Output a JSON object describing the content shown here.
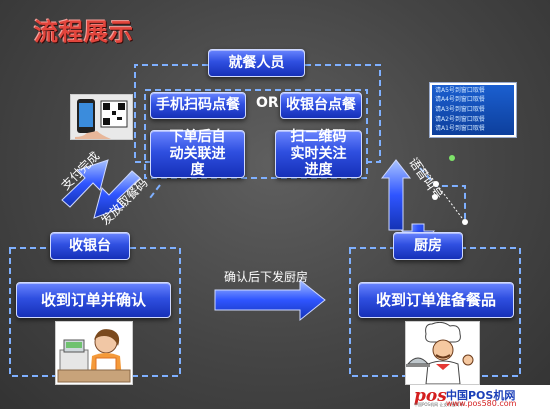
{
  "title": "流程展示",
  "nodes": {
    "diner": "就餐人员",
    "scan_order": "手机扫码点餐",
    "or": "OR",
    "counter_order": "收银台点餐",
    "auto_link": "下单后自动关联进度",
    "qr_track": "扫二维码实时关注进度",
    "cashier": "收银台",
    "confirm_order": "收到订单并确认",
    "kitchen": "厨房",
    "prepare_meal": "收到订单准备餐品"
  },
  "edges": {
    "payment_done": "支付完成",
    "issue_pickup_code": "发放取餐码",
    "send_to_kitchen": "确认后下发厨房",
    "voice_call": "语音叫号"
  },
  "queue_display": [
    "请A5号到窗口取餐",
    "请A4号到窗口取餐",
    "请A3号到窗口取餐",
    "请A2号到窗口取餐",
    "请A1号到窗口取餐"
  ],
  "watermark": {
    "logo": "pos",
    "slogan": "中国POS机网 让支付更简单",
    "site_name": "中国POS机网",
    "url": "www.pos580.com"
  },
  "colors": {
    "title": "#e2453c",
    "node": "#2f4fe0",
    "connector": "#7fb0ff",
    "arrow": "#2f55ff"
  }
}
